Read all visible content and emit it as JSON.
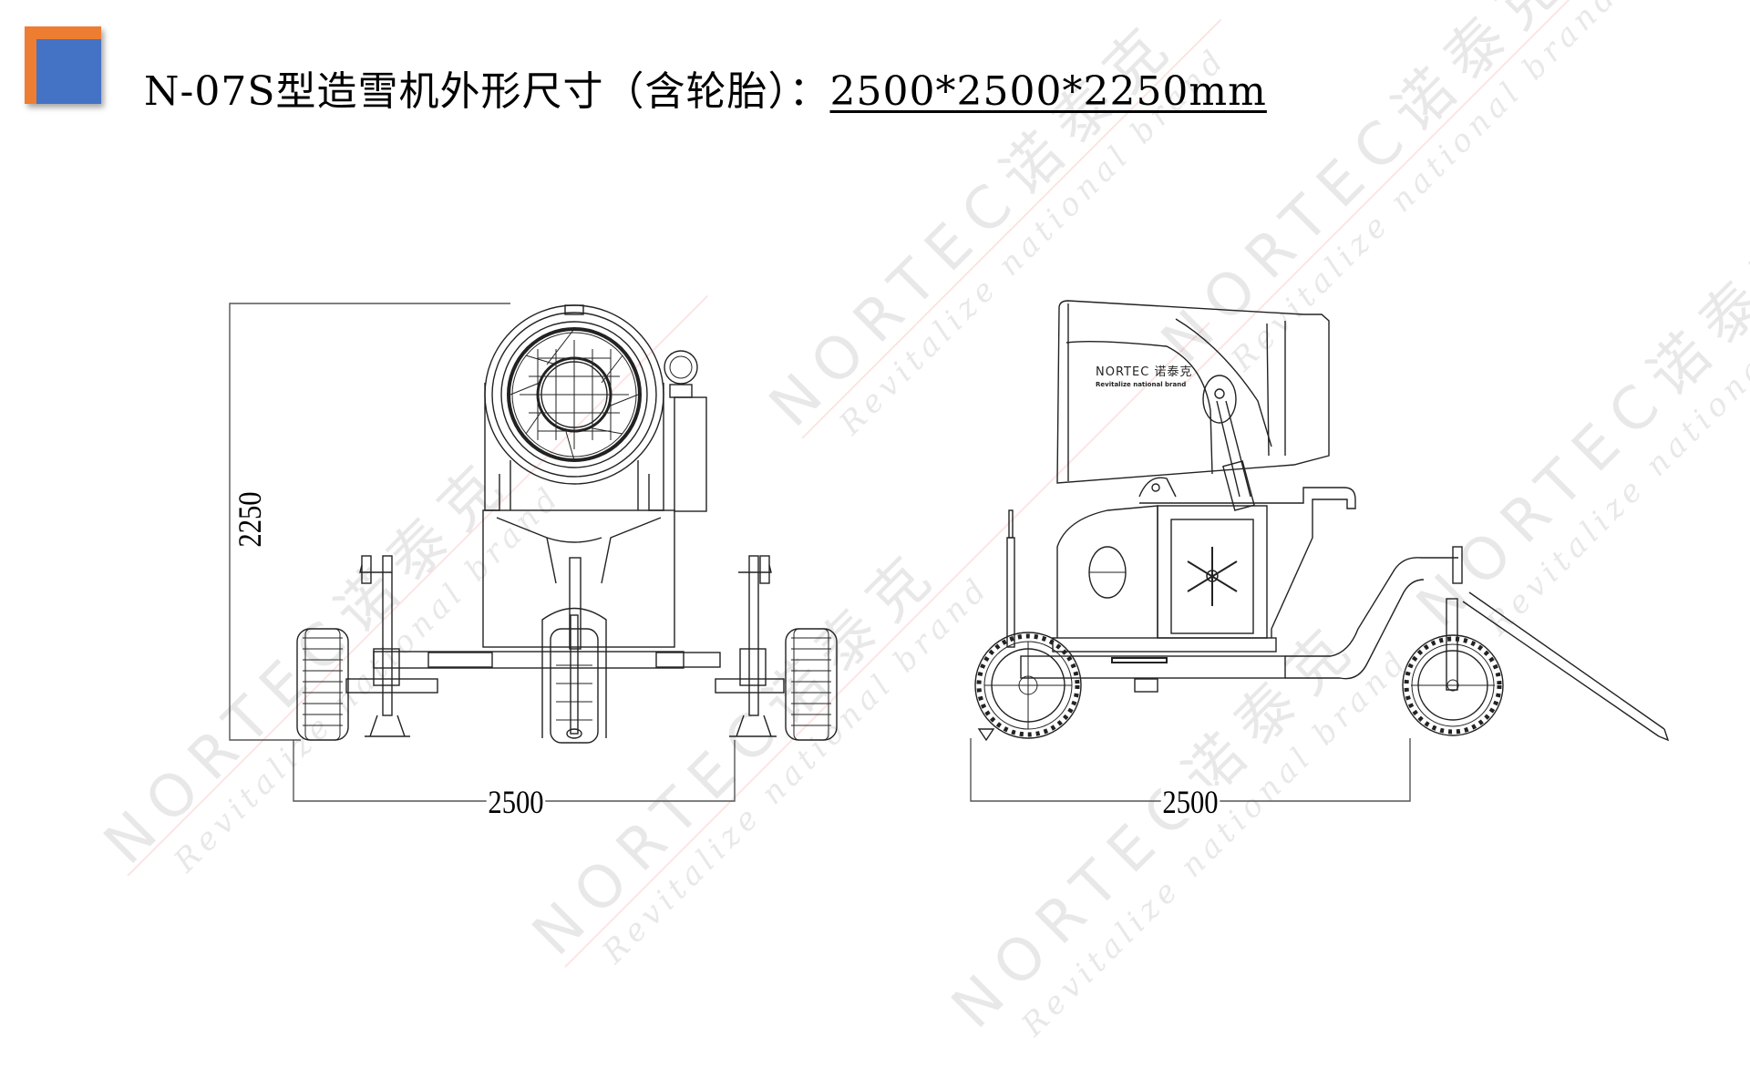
{
  "title": {
    "model_text": "N-07S型造雪机外形尺寸（含轮胎）：",
    "dimensions_text": "2500*2500*2250mm"
  },
  "accent_square": {
    "outer_color": "#ed7d31",
    "inner_color": "#4472c4"
  },
  "front_view": {
    "height_label": "2250",
    "width_label": "2500"
  },
  "side_view": {
    "length_label": "2500",
    "logo_brand": "NORTEC诺泰克",
    "logo_tagline": "Revitalize national brand"
  },
  "watermark": {
    "brand": "NORTEC诺泰克",
    "tagline": "Revitalize   national   brand",
    "line_color": "#e7261c"
  }
}
